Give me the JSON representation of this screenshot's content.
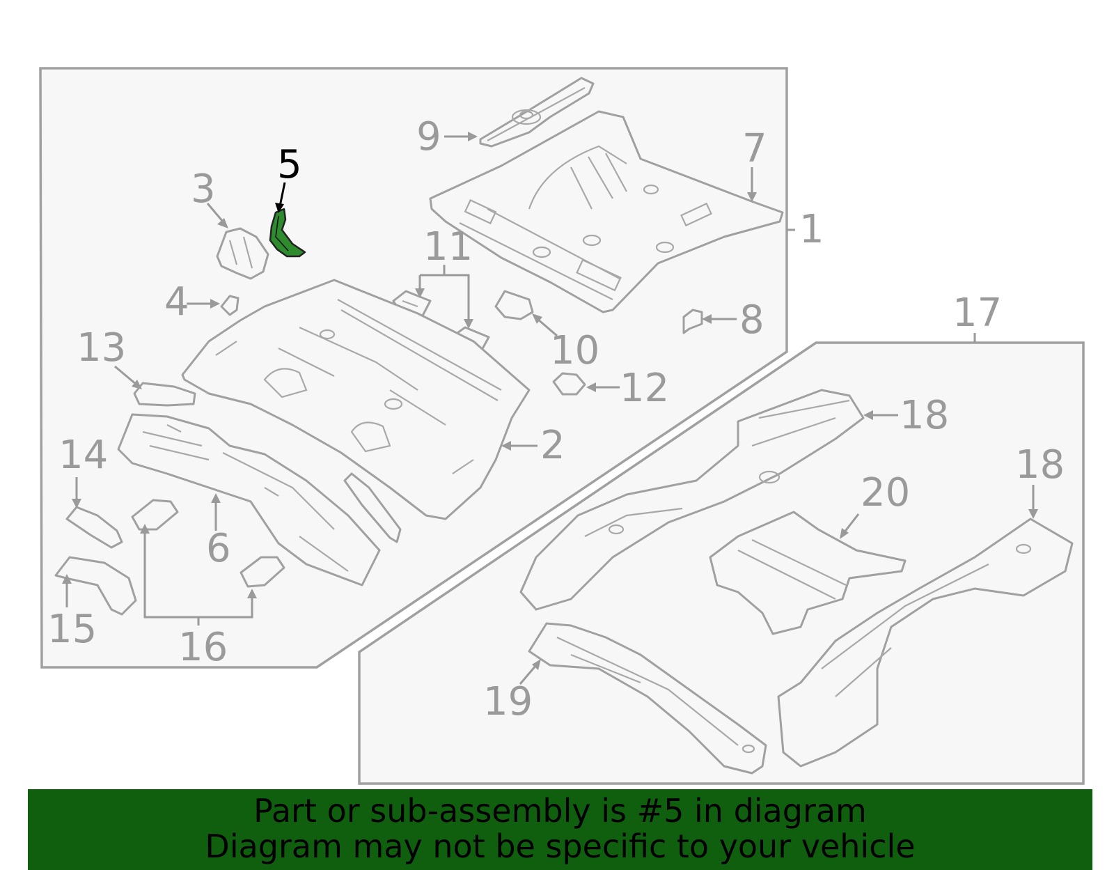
{
  "diagram": {
    "callouts": {
      "c1": "1",
      "c2": "2",
      "c3": "3",
      "c4": "4",
      "c5": "5",
      "c6": "6",
      "c7": "7",
      "c8": "8",
      "c9": "9",
      "c10": "10",
      "c11": "11",
      "c12": "12",
      "c13": "13",
      "c14": "14",
      "c15": "15",
      "c16": "16",
      "c17": "17",
      "c18a": "18",
      "c18b": "18",
      "c19": "19",
      "c20": "20"
    },
    "highlighted_part": "5",
    "colors": {
      "highlight_part": "#2e8b2e",
      "line_gray": "#a0a0a0",
      "banner_green": "#0f5f0f"
    }
  },
  "banner": {
    "line1": "Part or sub-assembly is #5 in diagram",
    "line2": "Diagram may not be specific to your vehicle"
  }
}
